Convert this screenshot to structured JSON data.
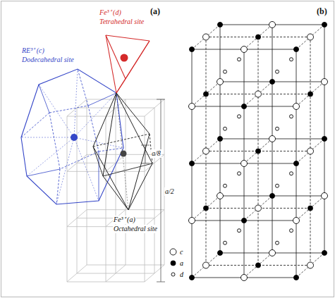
{
  "diagram": {
    "labels": [
      "(a)",
      "RE³⁺ (c)",
      "Dodecahedral site",
      "Fe³⁺ (d)",
      "Tetrahedral site",
      "Fe³⁺ (a)",
      "Octahedral site",
      "a/8",
      "a/2",
      "(b)"
    ],
    "legend": [
      {
        "text": "c"
      },
      {
        "text": "a"
      },
      {
        "text": "d"
      }
    ]
  }
}
